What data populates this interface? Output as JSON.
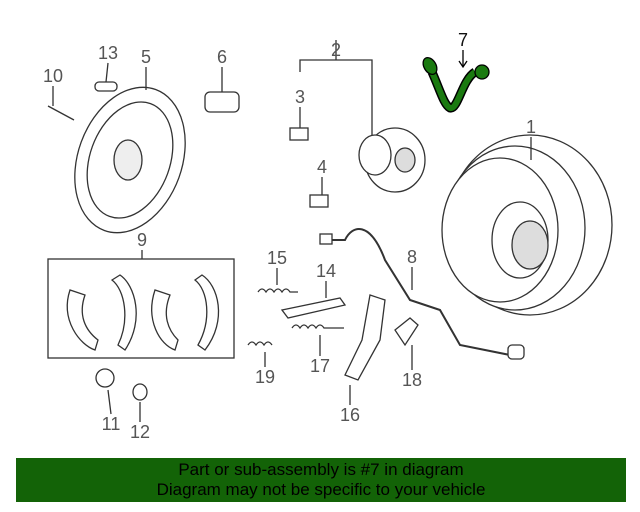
{
  "callouts": [
    {
      "num": "1",
      "part": "brake-drum"
    },
    {
      "num": "2",
      "part": "hub-assembly"
    },
    {
      "num": "3",
      "part": "bolt"
    },
    {
      "num": "4",
      "part": "bleeder"
    },
    {
      "num": "5",
      "part": "backing-plate"
    },
    {
      "num": "6",
      "part": "wheel-cylinder"
    },
    {
      "num": "7",
      "part": "brake-hose"
    },
    {
      "num": "8",
      "part": "brake-line"
    },
    {
      "num": "9",
      "part": "brake-shoes"
    },
    {
      "num": "10",
      "part": "hold-down-pin"
    },
    {
      "num": "11",
      "part": "adjuster-cap"
    },
    {
      "num": "12",
      "part": "plug"
    },
    {
      "num": "13",
      "part": "plug-cap"
    },
    {
      "num": "14",
      "part": "adjuster"
    },
    {
      "num": "15",
      "part": "spring"
    },
    {
      "num": "16",
      "part": "lever"
    },
    {
      "num": "17",
      "part": "return-spring"
    },
    {
      "num": "18",
      "part": "bracket"
    },
    {
      "num": "19",
      "part": "spring-small"
    }
  ],
  "highlight_color": "#1a7a10",
  "banner": {
    "line1": "Part or sub-assembly is #7 in diagram",
    "line2": "Diagram may not be specific to your vehicle",
    "color": "#136307"
  }
}
